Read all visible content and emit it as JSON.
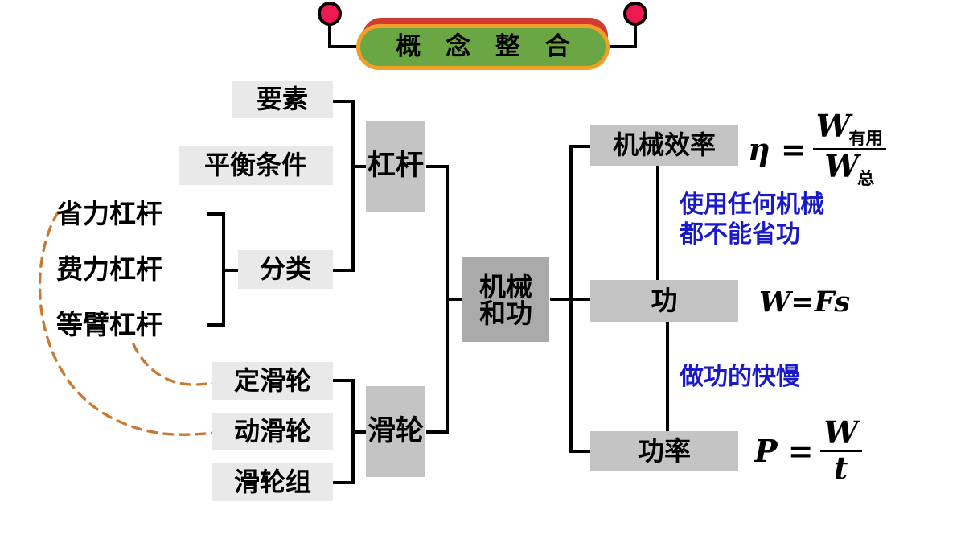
{
  "title": {
    "text": "概 念 整 合",
    "banner_fill": "#6BA644",
    "banner_border": "#F0A028",
    "banner_shadow": "#D33A34",
    "knob_fill": "#ED1A51",
    "knob_stroke": "#000000"
  },
  "colors": {
    "box_light": "#E9E9E9",
    "box_mid": "#C4C4C4",
    "box_dark": "#AAAAAA",
    "connector": "#000000",
    "dashed_link": "#C87A33",
    "note_text": "#1A1AC8"
  },
  "lever_branch": {
    "hub_label": "杠杆",
    "children": [
      {
        "label": "要素"
      },
      {
        "label": "平衡条件"
      },
      {
        "label": "分类"
      }
    ],
    "classification": [
      {
        "label": "省力杠杆"
      },
      {
        "label": "费力杠杆"
      },
      {
        "label": "等臂杠杆"
      }
    ]
  },
  "pulley_branch": {
    "hub_label": "滑轮",
    "children": [
      {
        "label": "定滑轮"
      },
      {
        "label": "动滑轮"
      },
      {
        "label": "滑轮组"
      }
    ]
  },
  "center": {
    "label_line1": "机械",
    "label_line2": "和功"
  },
  "work_branch": [
    {
      "label": "机械效率",
      "formula_lead": "η =",
      "formula_numerator": "W",
      "formula_numerator_sub": "有用",
      "formula_denominator": "W",
      "formula_denominator_sub": "总"
    },
    {
      "label": "功",
      "formula_inline": "W=Fs"
    },
    {
      "label": "功率",
      "formula_lead": "P =",
      "formula_numerator": "W",
      "formula_denominator": "t"
    }
  ],
  "notes": [
    {
      "text": "使用任何机械\n都不能省功"
    },
    {
      "text": "做功的快慢"
    }
  ],
  "dashed_links": [
    {
      "from": "省力杠杆",
      "to": "动滑轮"
    },
    {
      "from": "等臂杠杆",
      "to": "定滑轮"
    }
  ]
}
